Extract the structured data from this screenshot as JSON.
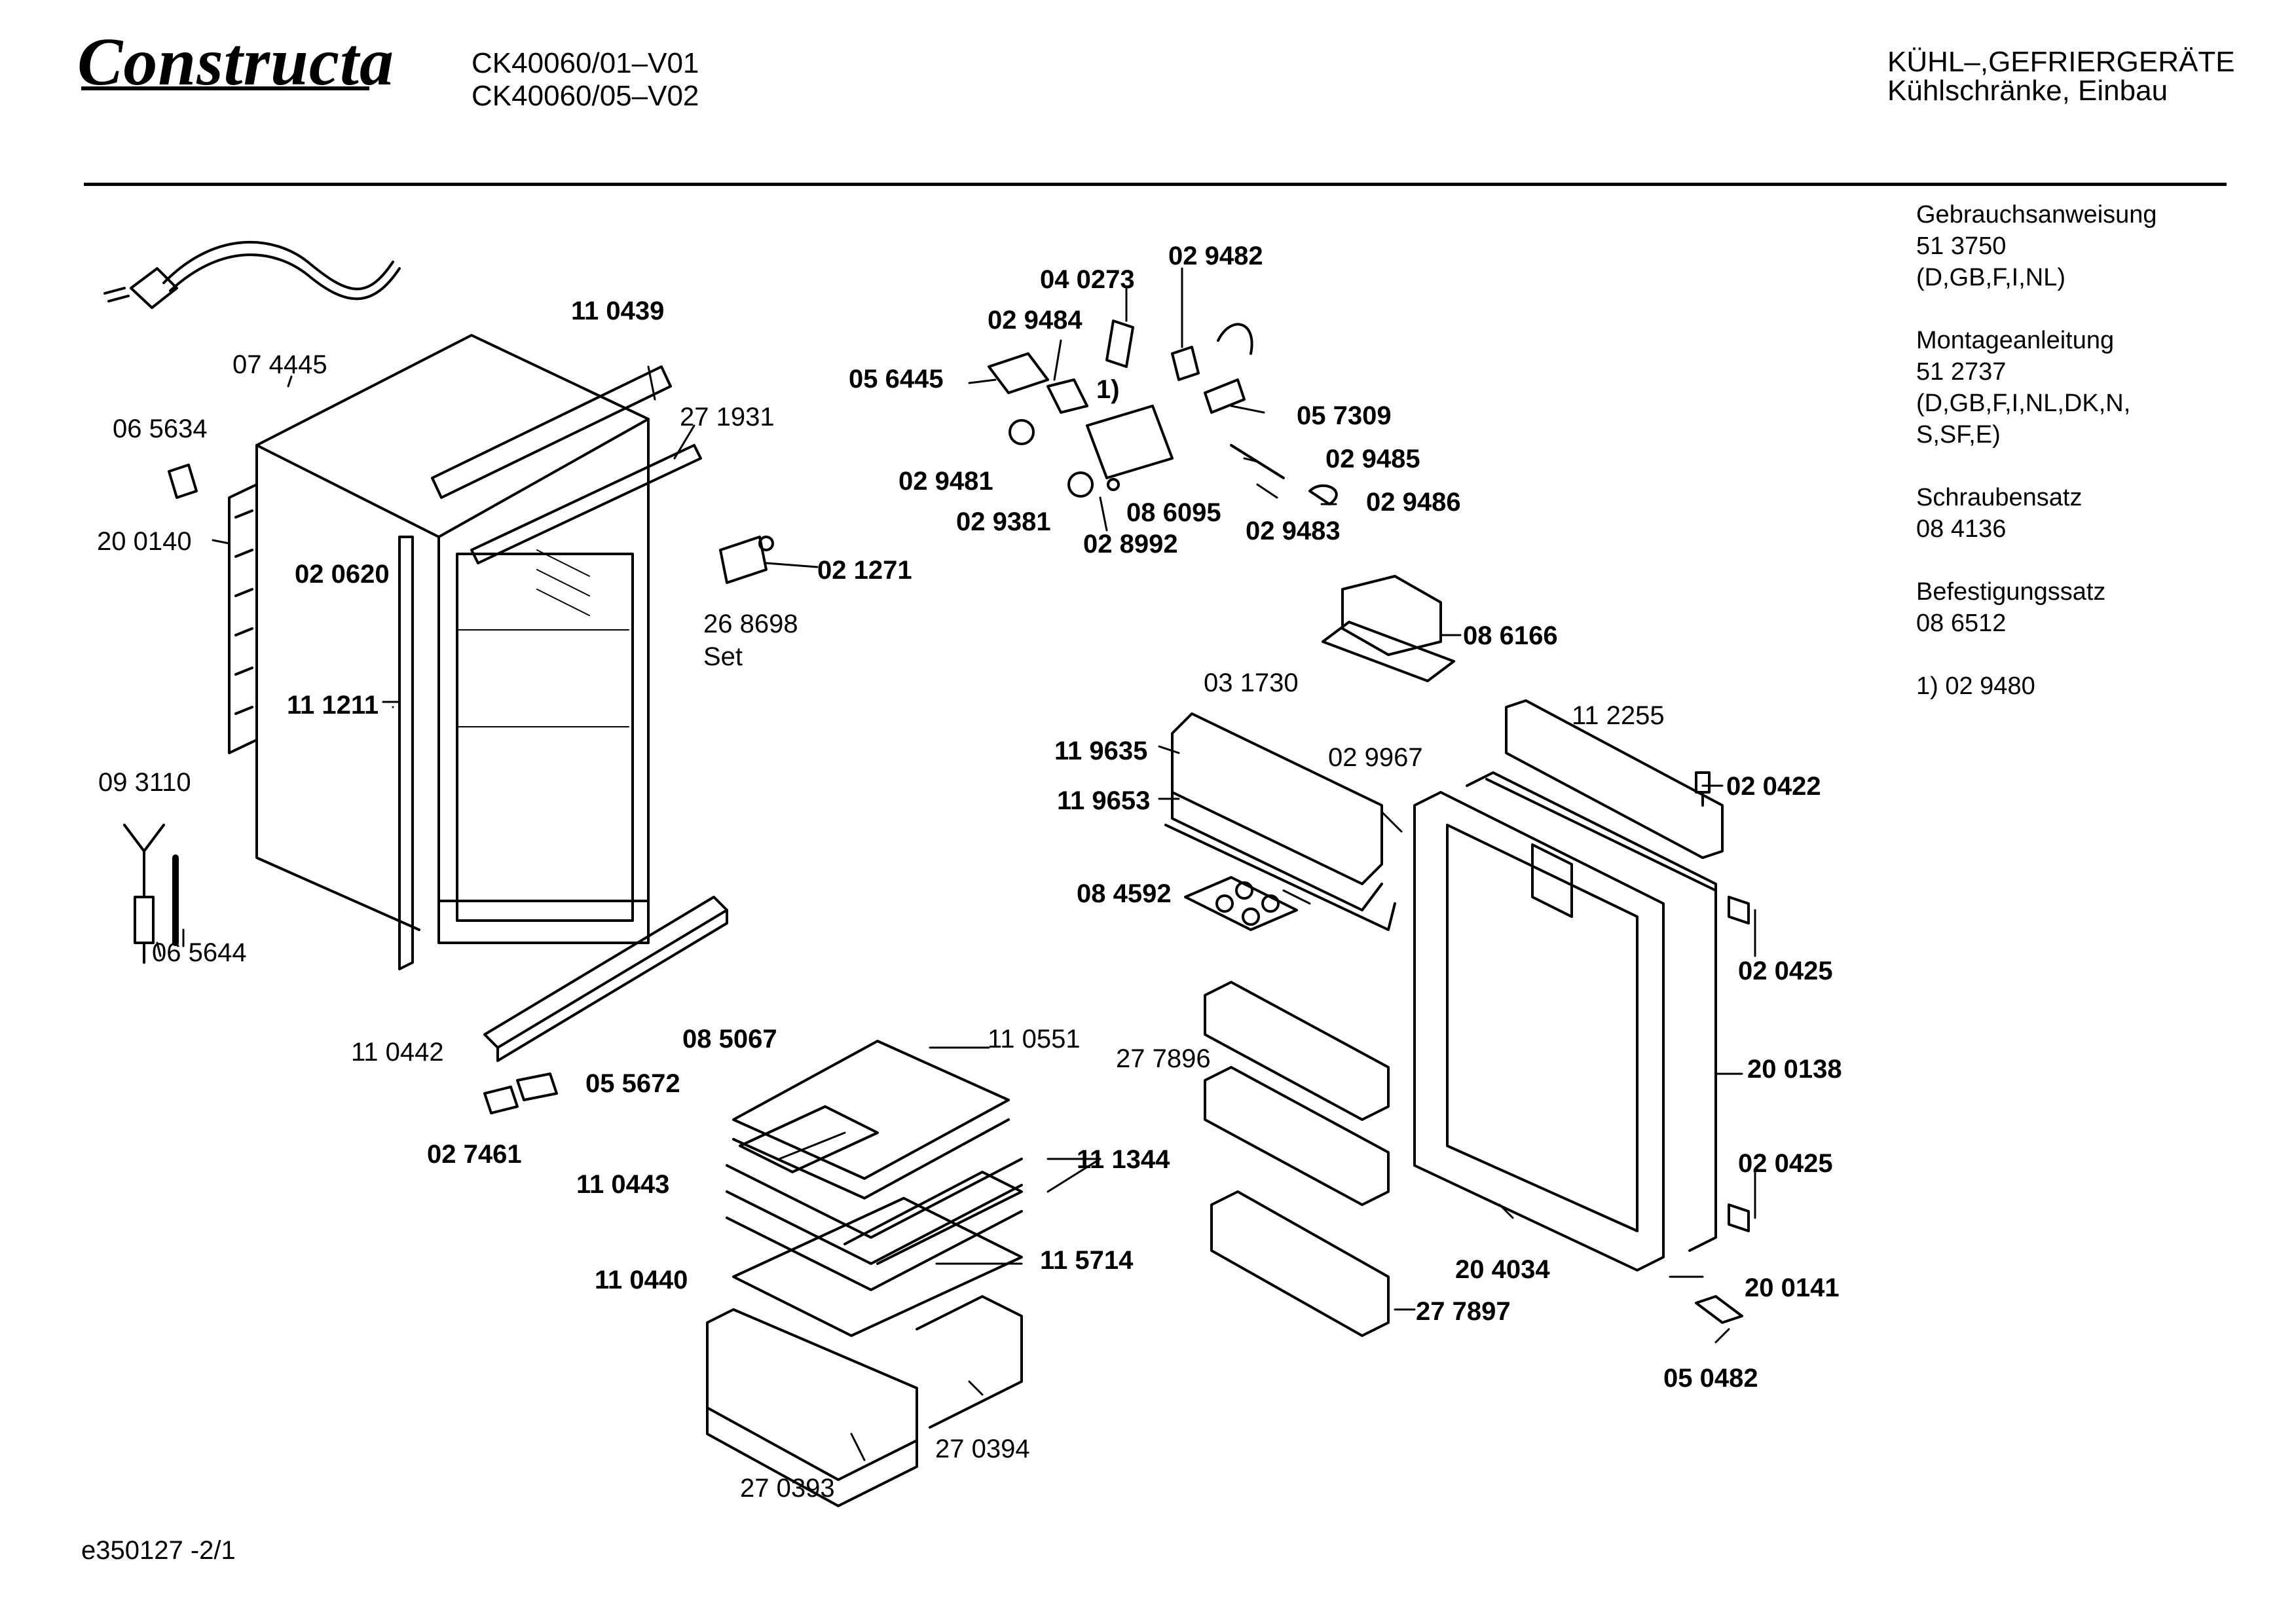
{
  "header": {
    "brand": "Constructa",
    "models": [
      "CK40060/01–V01",
      "CK40060/05–V02"
    ],
    "category": "KÜHL–,GEFRIERGERÄTE",
    "subcategory": "Kühlschränke, Einbau"
  },
  "sidebar": {
    "items": [
      {
        "title": "Gebrauchsanweisung",
        "lines": [
          "51 3750",
          "(D,GB,F,I,NL)"
        ]
      },
      {
        "title": "Montageanleitung",
        "lines": [
          "51 2737",
          "(D,GB,F,I,NL,DK,N,",
          "S,SF,E)"
        ]
      },
      {
        "title": "Schraubensatz",
        "lines": [
          "08 4136"
        ]
      },
      {
        "title": "Befestigungssatz",
        "lines": [
          "08 6512"
        ]
      }
    ],
    "footnote": "1)  02 9480"
  },
  "footer": {
    "doc_id": "e350127 -2/1"
  },
  "parts": [
    {
      "number": "07 4445",
      "bold": false
    },
    {
      "number": "06 5634",
      "bold": false
    },
    {
      "number": "20 0140",
      "bold": false
    },
    {
      "number": "02 0620",
      "bold": true
    },
    {
      "number": "11 1211",
      "bold": true
    },
    {
      "number": "09 3110",
      "bold": false
    },
    {
      "number": "06 5644",
      "bold": false
    },
    {
      "number": "11 0439",
      "bold": true
    },
    {
      "number": "27 1931",
      "bold": false
    },
    {
      "number": "02 1271",
      "bold": true
    },
    {
      "number": "26 8698",
      "bold": false
    },
    {
      "number": "Set",
      "bold": false
    },
    {
      "number": "11 0442",
      "bold": false
    },
    {
      "number": "05 5672",
      "bold": true
    },
    {
      "number": "02 7461",
      "bold": true
    },
    {
      "number": "08 5067",
      "bold": true
    },
    {
      "number": "11 0551",
      "bold": false
    },
    {
      "number": "11 0443",
      "bold": true
    },
    {
      "number": "11 1344",
      "bold": true
    },
    {
      "number": "11 0440",
      "bold": true
    },
    {
      "number": "11 5714",
      "bold": true
    },
    {
      "number": "27 0393",
      "bold": false
    },
    {
      "number": "27 0394",
      "bold": false
    },
    {
      "number": "04 0273",
      "bold": true
    },
    {
      "number": "02 9482",
      "bold": true
    },
    {
      "number": "02 9484",
      "bold": true
    },
    {
      "number": "05 6445",
      "bold": true
    },
    {
      "number": "1)",
      "bold": true
    },
    {
      "number": "05 7309",
      "bold": true
    },
    {
      "number": "02 9485",
      "bold": true
    },
    {
      "number": "02 9481",
      "bold": true
    },
    {
      "number": "02 9486",
      "bold": true
    },
    {
      "number": "02 9381",
      "bold": true
    },
    {
      "number": "08 6095",
      "bold": true
    },
    {
      "number": "02 9483",
      "bold": true
    },
    {
      "number": "02 8992",
      "bold": true
    },
    {
      "number": "08 6166",
      "bold": true
    },
    {
      "number": "03 1730",
      "bold": false
    },
    {
      "number": "11 2255",
      "bold": false
    },
    {
      "number": "11 9635",
      "bold": true
    },
    {
      "number": "02 9967",
      "bold": false
    },
    {
      "number": "02 0422",
      "bold": true
    },
    {
      "number": "11 9653",
      "bold": true
    },
    {
      "number": "08 4592",
      "bold": true
    },
    {
      "number": "02 0425",
      "bold": true
    },
    {
      "number": "27 7896",
      "bold": false
    },
    {
      "number": "20 0138",
      "bold": true
    },
    {
      "number": "02 0425",
      "bold": true
    },
    {
      "number": "20 4034",
      "bold": true
    },
    {
      "number": "20 0141",
      "bold": true
    },
    {
      "number": "27 7897",
      "bold": true
    },
    {
      "number": "05 0482",
      "bold": true
    }
  ]
}
